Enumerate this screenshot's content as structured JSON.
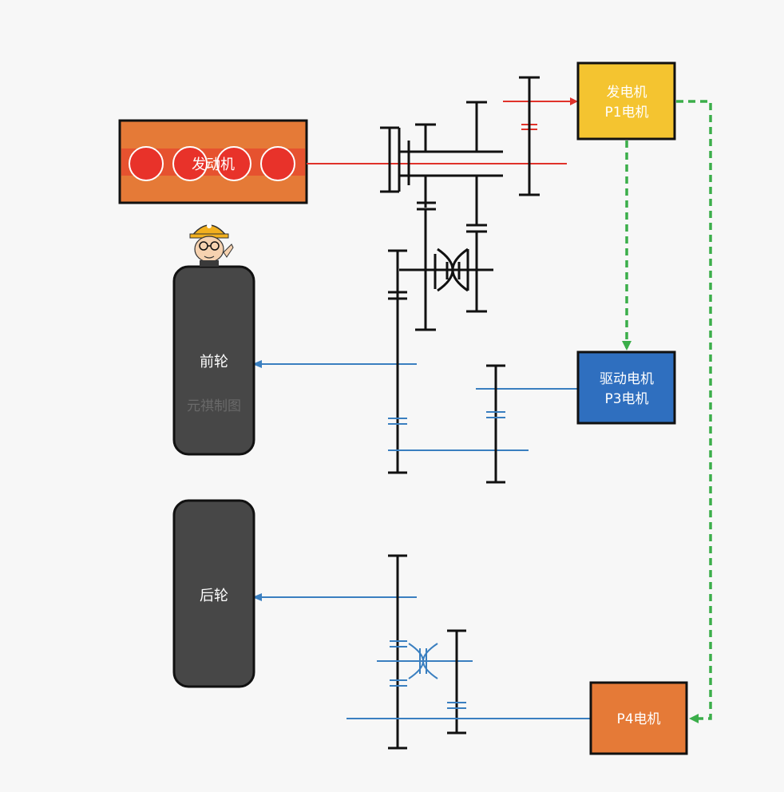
{
  "labels": {
    "engine": "发动机",
    "generator_line1": "发电机",
    "generator_line2": "P1电机",
    "drive_line1": "驱动电机",
    "drive_line2": "P3电机",
    "p4": "P4电机",
    "front_wheel": "前轮",
    "rear_wheel": "后轮",
    "watermark": "元祺制图"
  },
  "colors": {
    "engine": "#e57a37",
    "engine_cylinder": "#e8322a",
    "generator": "#f4c430",
    "drive_motor": "#2f6fbf",
    "p4_motor": "#e57a37",
    "wheel": "#474747",
    "mechanical": "#111111",
    "engine_path": "#e0322a",
    "electric_path": "#3a7fc0",
    "power_flow": "#3bae4a"
  },
  "icons": {
    "mascot": "engineer-mascot-icon"
  }
}
